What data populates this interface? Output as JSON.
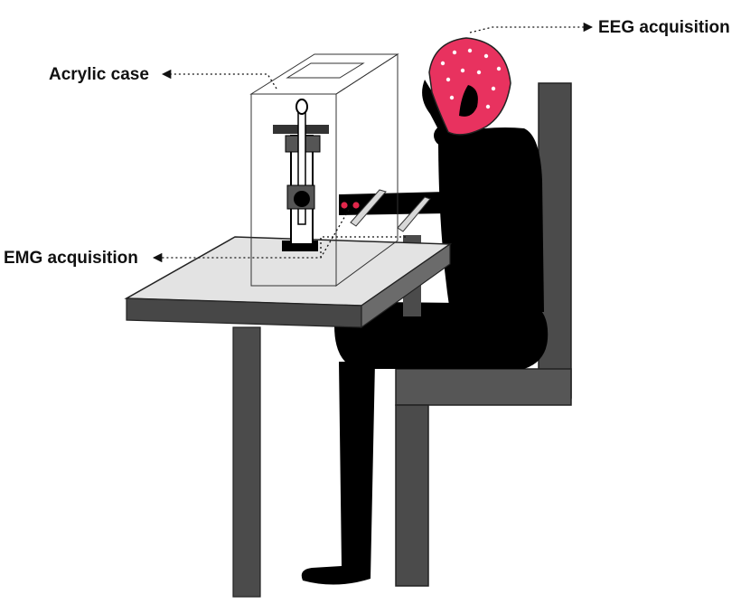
{
  "labels": {
    "eeg": "EEG acquisition",
    "case": "Acrylic case",
    "emg": "EMG acquisition"
  },
  "colors": {
    "cap": "#e8325f",
    "chair": "#4b4b4b",
    "table_top": "#dcdcdc",
    "table_edge": "#3f3f3f",
    "person": "#000000",
    "electrode": "#e0264a"
  }
}
